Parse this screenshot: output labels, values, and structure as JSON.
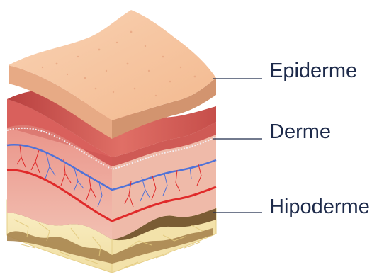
{
  "labels": {
    "epidermis": "Epiderme",
    "dermis": "Derme",
    "hypodermis": "Hipoderme"
  },
  "colors": {
    "epidermis_top": "#f7c5a3",
    "epidermis_side": "#dca07e",
    "dermis_top": "#d9605c",
    "dermis_side": "#c9504d",
    "dermis_inner": "#f2beb0",
    "artery": "#e02a2a",
    "vein": "#4f72d8",
    "hypodermis_fat": "#f6e7b4",
    "hypodermis_dark": "#8a6a3e",
    "leader_line": "#1d2a4a",
    "text": "#1d2a4a"
  }
}
